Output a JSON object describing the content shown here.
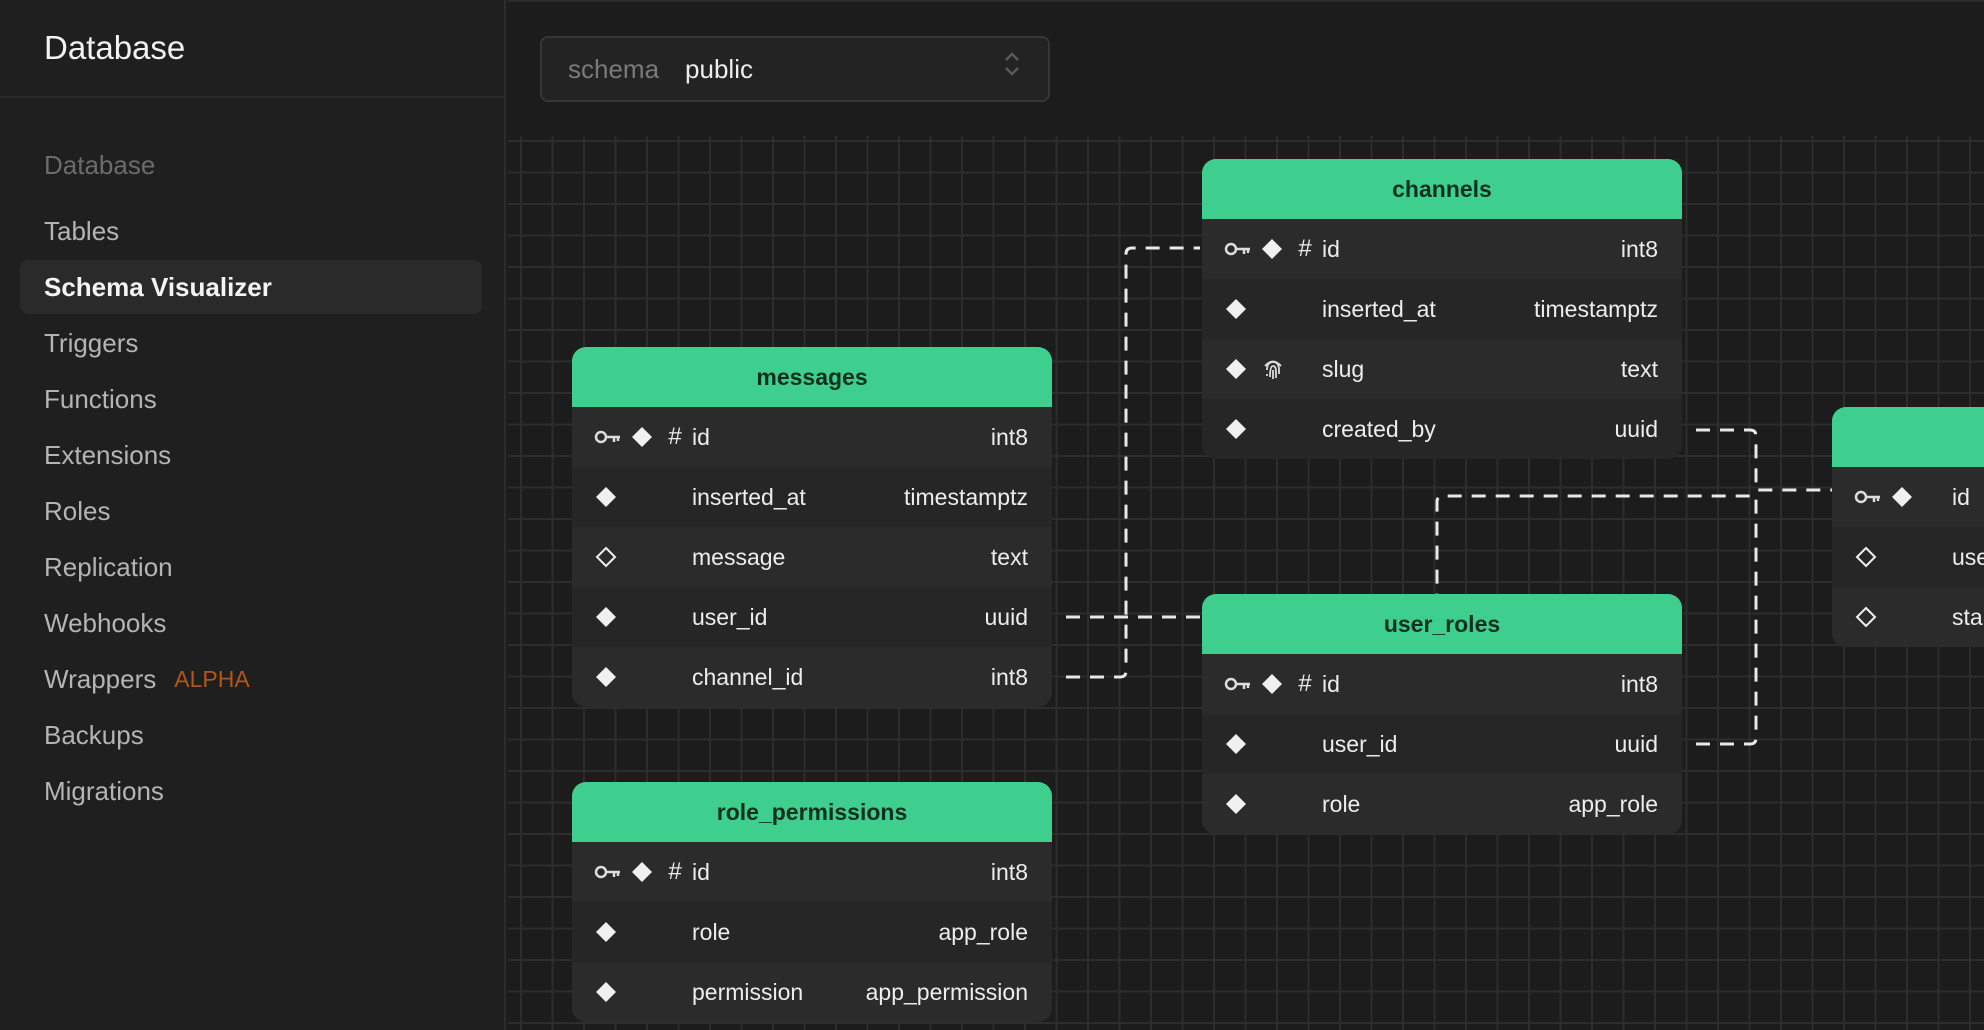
{
  "sidebar": {
    "title": "Database",
    "section_label": "Database",
    "items": [
      {
        "label": "Tables"
      },
      {
        "label": "Schema Visualizer"
      },
      {
        "label": "Triggers"
      },
      {
        "label": "Functions"
      },
      {
        "label": "Extensions"
      },
      {
        "label": "Roles"
      },
      {
        "label": "Replication"
      },
      {
        "label": "Webhooks"
      },
      {
        "label": "Wrappers",
        "badge": "ALPHA"
      },
      {
        "label": "Backups"
      },
      {
        "label": "Migrations"
      }
    ]
  },
  "schema_selector": {
    "label": "schema",
    "value": "public"
  },
  "tables": {
    "channels": {
      "name": "channels",
      "columns": [
        {
          "name": "id",
          "type": "int8"
        },
        {
          "name": "inserted_at",
          "type": "timestamptz"
        },
        {
          "name": "slug",
          "type": "text"
        },
        {
          "name": "created_by",
          "type": "uuid"
        }
      ]
    },
    "messages": {
      "name": "messages",
      "columns": [
        {
          "name": "id",
          "type": "int8"
        },
        {
          "name": "inserted_at",
          "type": "timestamptz"
        },
        {
          "name": "message",
          "type": "text"
        },
        {
          "name": "user_id",
          "type": "uuid"
        },
        {
          "name": "channel_id",
          "type": "int8"
        }
      ]
    },
    "user_roles": {
      "name": "user_roles",
      "columns": [
        {
          "name": "id",
          "type": "int8"
        },
        {
          "name": "user_id",
          "type": "uuid"
        },
        {
          "name": "role",
          "type": "app_role"
        }
      ]
    },
    "role_permissions": {
      "name": "role_permissions",
      "columns": [
        {
          "name": "id",
          "type": "int8"
        },
        {
          "name": "role",
          "type": "app_role"
        },
        {
          "name": "permission",
          "type": "app_permission"
        }
      ]
    },
    "partial_table": {
      "columns": [
        {
          "name": "id"
        },
        {
          "name": "use"
        },
        {
          "name": "sta"
        }
      ]
    }
  },
  "colors": {
    "accent": "#3ecf8e",
    "background": "#1c1c1c",
    "badge": "#b4561a"
  }
}
